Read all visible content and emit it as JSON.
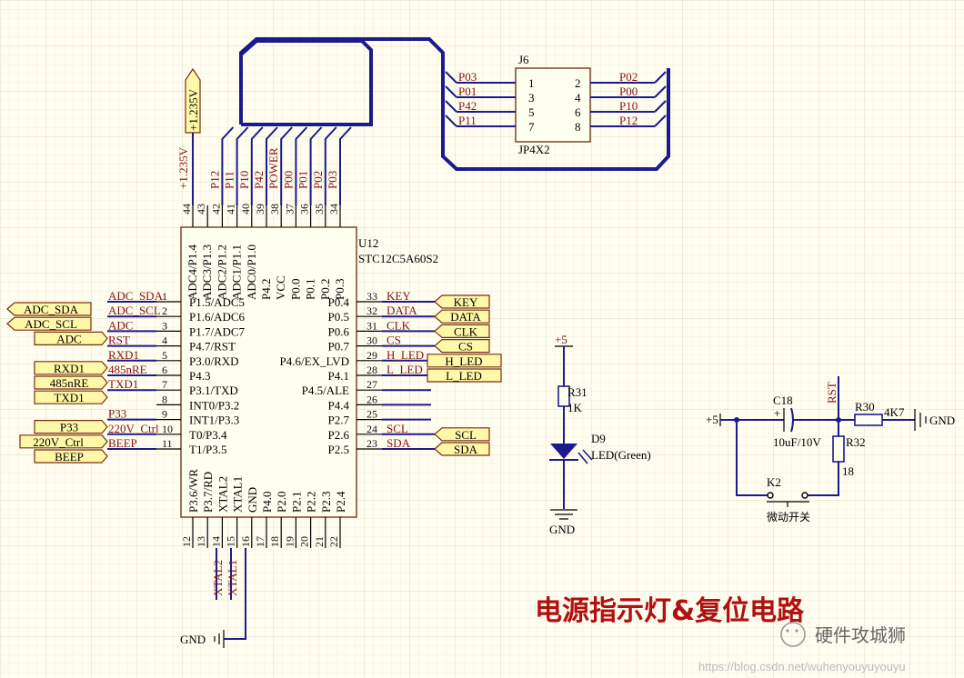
{
  "title": "电源指示灯&复位电路",
  "watermark_name": "硬件攻城狮",
  "watermark_url": "https://blog.csdn.net/wuhenyouyuyouyu",
  "mcu": {
    "ref": "U12",
    "part": "STC12C5A60S2",
    "left_pins": [
      {
        "num": "1",
        "name": "P1.5/ADC5",
        "net": "ADC_SDA"
      },
      {
        "num": "2",
        "name": "P1.6/ADC6",
        "net": "ADC_SCL"
      },
      {
        "num": "3",
        "name": "P1.7/ADC7",
        "net": "ADC"
      },
      {
        "num": "4",
        "name": "P4.7/RST",
        "net": "RST"
      },
      {
        "num": "5",
        "name": "P3.0/RXD",
        "net": "RXD1"
      },
      {
        "num": "6",
        "name": "P4.3",
        "net": "485nRE"
      },
      {
        "num": "7",
        "name": "P3.1/TXD",
        "net": "TXD1"
      },
      {
        "num": "8",
        "name": "INT0/P3.2",
        "net": ""
      },
      {
        "num": "9",
        "name": "INT1/P3.3",
        "net": "P33"
      },
      {
        "num": "10",
        "name": "T0/P3.4",
        "net": "220V_Ctrl"
      },
      {
        "num": "11",
        "name": "T1/P3.5",
        "net": "BEEP"
      }
    ],
    "right_pins": [
      {
        "num": "33",
        "name": "P0.4",
        "net": "KEY"
      },
      {
        "num": "32",
        "name": "P0.5",
        "net": "DATA"
      },
      {
        "num": "31",
        "name": "P0.6",
        "net": "CLK"
      },
      {
        "num": "30",
        "name": "P0.7",
        "net": "CS"
      },
      {
        "num": "29",
        "name": "P4.6/EX_LVD",
        "net": "H_LED"
      },
      {
        "num": "28",
        "name": "P4.1",
        "net": "L_LED"
      },
      {
        "num": "27",
        "name": "P4.5/ALE",
        "net": ""
      },
      {
        "num": "26",
        "name": "P4.4",
        "net": ""
      },
      {
        "num": "25",
        "name": "P2.7",
        "net": ""
      },
      {
        "num": "24",
        "name": "P2.6",
        "net": "SCL"
      },
      {
        "num": "23",
        "name": "P2.5",
        "net": "SDA"
      }
    ],
    "top_pins": [
      {
        "num": "44",
        "name": "ADC4/P1.4",
        "net": "+1.235V"
      },
      {
        "num": "43",
        "name": "ADC3/P1.3",
        "net": ""
      },
      {
        "num": "42",
        "name": "ADC2/P1.2",
        "net": "P12"
      },
      {
        "num": "41",
        "name": "ADC1/P1.1",
        "net": "P11"
      },
      {
        "num": "40",
        "name": "ADC0/P1.0",
        "net": "P10"
      },
      {
        "num": "39",
        "name": "P4.2",
        "net": "P42"
      },
      {
        "num": "38",
        "name": "VCC",
        "net": "POWER"
      },
      {
        "num": "37",
        "name": "P0.0",
        "net": "P00"
      },
      {
        "num": "36",
        "name": "P0.1",
        "net": "P01"
      },
      {
        "num": "35",
        "name": "P0.2",
        "net": "P02"
      },
      {
        "num": "34",
        "name": "P0.3",
        "net": "P03"
      }
    ],
    "bottom_pins": [
      {
        "num": "12",
        "name": "P3.6/WR",
        "net": ""
      },
      {
        "num": "13",
        "name": "P3.7/RD",
        "net": ""
      },
      {
        "num": "14",
        "name": "XTAL2",
        "net": "XTAL2"
      },
      {
        "num": "15",
        "name": "XTAL1",
        "net": "XTAL1"
      },
      {
        "num": "16",
        "name": "GND",
        "net": ""
      },
      {
        "num": "17",
        "name": "P4.0",
        "net": ""
      },
      {
        "num": "18",
        "name": "P2.0",
        "net": ""
      },
      {
        "num": "19",
        "name": "P2.1",
        "net": ""
      },
      {
        "num": "20",
        "name": "P2.2",
        "net": ""
      },
      {
        "num": "21",
        "name": "P2.3",
        "net": ""
      },
      {
        "num": "22",
        "name": "P2.4",
        "net": ""
      }
    ],
    "left_ports": [
      "ADC_SDA",
      "ADC_SCL",
      "ADC",
      "RXD1",
      "485nRE",
      "TXD1",
      "P33",
      "220V_Ctrl",
      "BEEP"
    ],
    "right_ports": [
      "KEY",
      "DATA",
      "CLK",
      "CS",
      "H_LED",
      "L_LED",
      "SCL",
      "SDA"
    ],
    "top_port": "+1.235V",
    "gnd_label": "GND"
  },
  "header": {
    "ref": "J6",
    "part": "JP4X2",
    "left_nets": [
      "P03",
      "P01",
      "P42",
      "P11"
    ],
    "left_pins": [
      "1",
      "3",
      "5",
      "7"
    ],
    "right_pins": [
      "2",
      "4",
      "6",
      "8"
    ],
    "right_nets": [
      "P02",
      "P00",
      "P10",
      "P12"
    ]
  },
  "led_circuit": {
    "supply": "+5",
    "resistor_ref": "R31",
    "resistor_val": "1K",
    "led_ref": "D9",
    "led_val": "LED(Green)",
    "gnd": "GND"
  },
  "reset_circuit": {
    "supply": "+5",
    "cap_ref": "C18",
    "cap_val": "10uF/10V",
    "rst_net": "RST",
    "r30_ref": "R30",
    "r30_val": "4K7",
    "r32_ref": "R32",
    "r32_val": "18",
    "switch_ref": "K2",
    "switch_label": "微动开关",
    "gnd": "GND"
  }
}
